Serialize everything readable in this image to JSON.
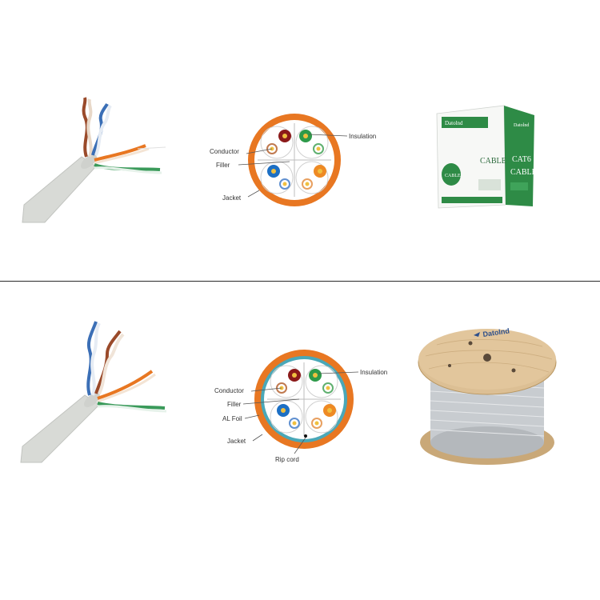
{
  "top_section": {
    "diagram": {
      "labels": {
        "conductor": "Conductor",
        "filler": "Filler",
        "jacket": "Jacket",
        "insulation": "Insulation"
      }
    },
    "box": {
      "brand": "Datolnd",
      "front_word": "CABLE",
      "front_logo_word": "CABLE",
      "side_line1": "CAT6",
      "side_line2": "CABLE",
      "side_brand": "Datolnd"
    }
  },
  "bottom_section": {
    "diagram": {
      "labels": {
        "conductor": "Conductor",
        "filler": "Filler",
        "al_foil": "AL Foil",
        "jacket": "Jacket",
        "rip_cord": "Rip cord",
        "insulation": "Insulation"
      }
    },
    "reel": {
      "brand": "Datolnd"
    }
  },
  "colors": {
    "jacket_orange": "#e87722",
    "cable_grey": "#d8dad6",
    "box_green": "#2e8b46",
    "foil_teal": "#4aa8b8",
    "reel_wood": "#d9b98c",
    "divider": "#2a2a2a"
  }
}
